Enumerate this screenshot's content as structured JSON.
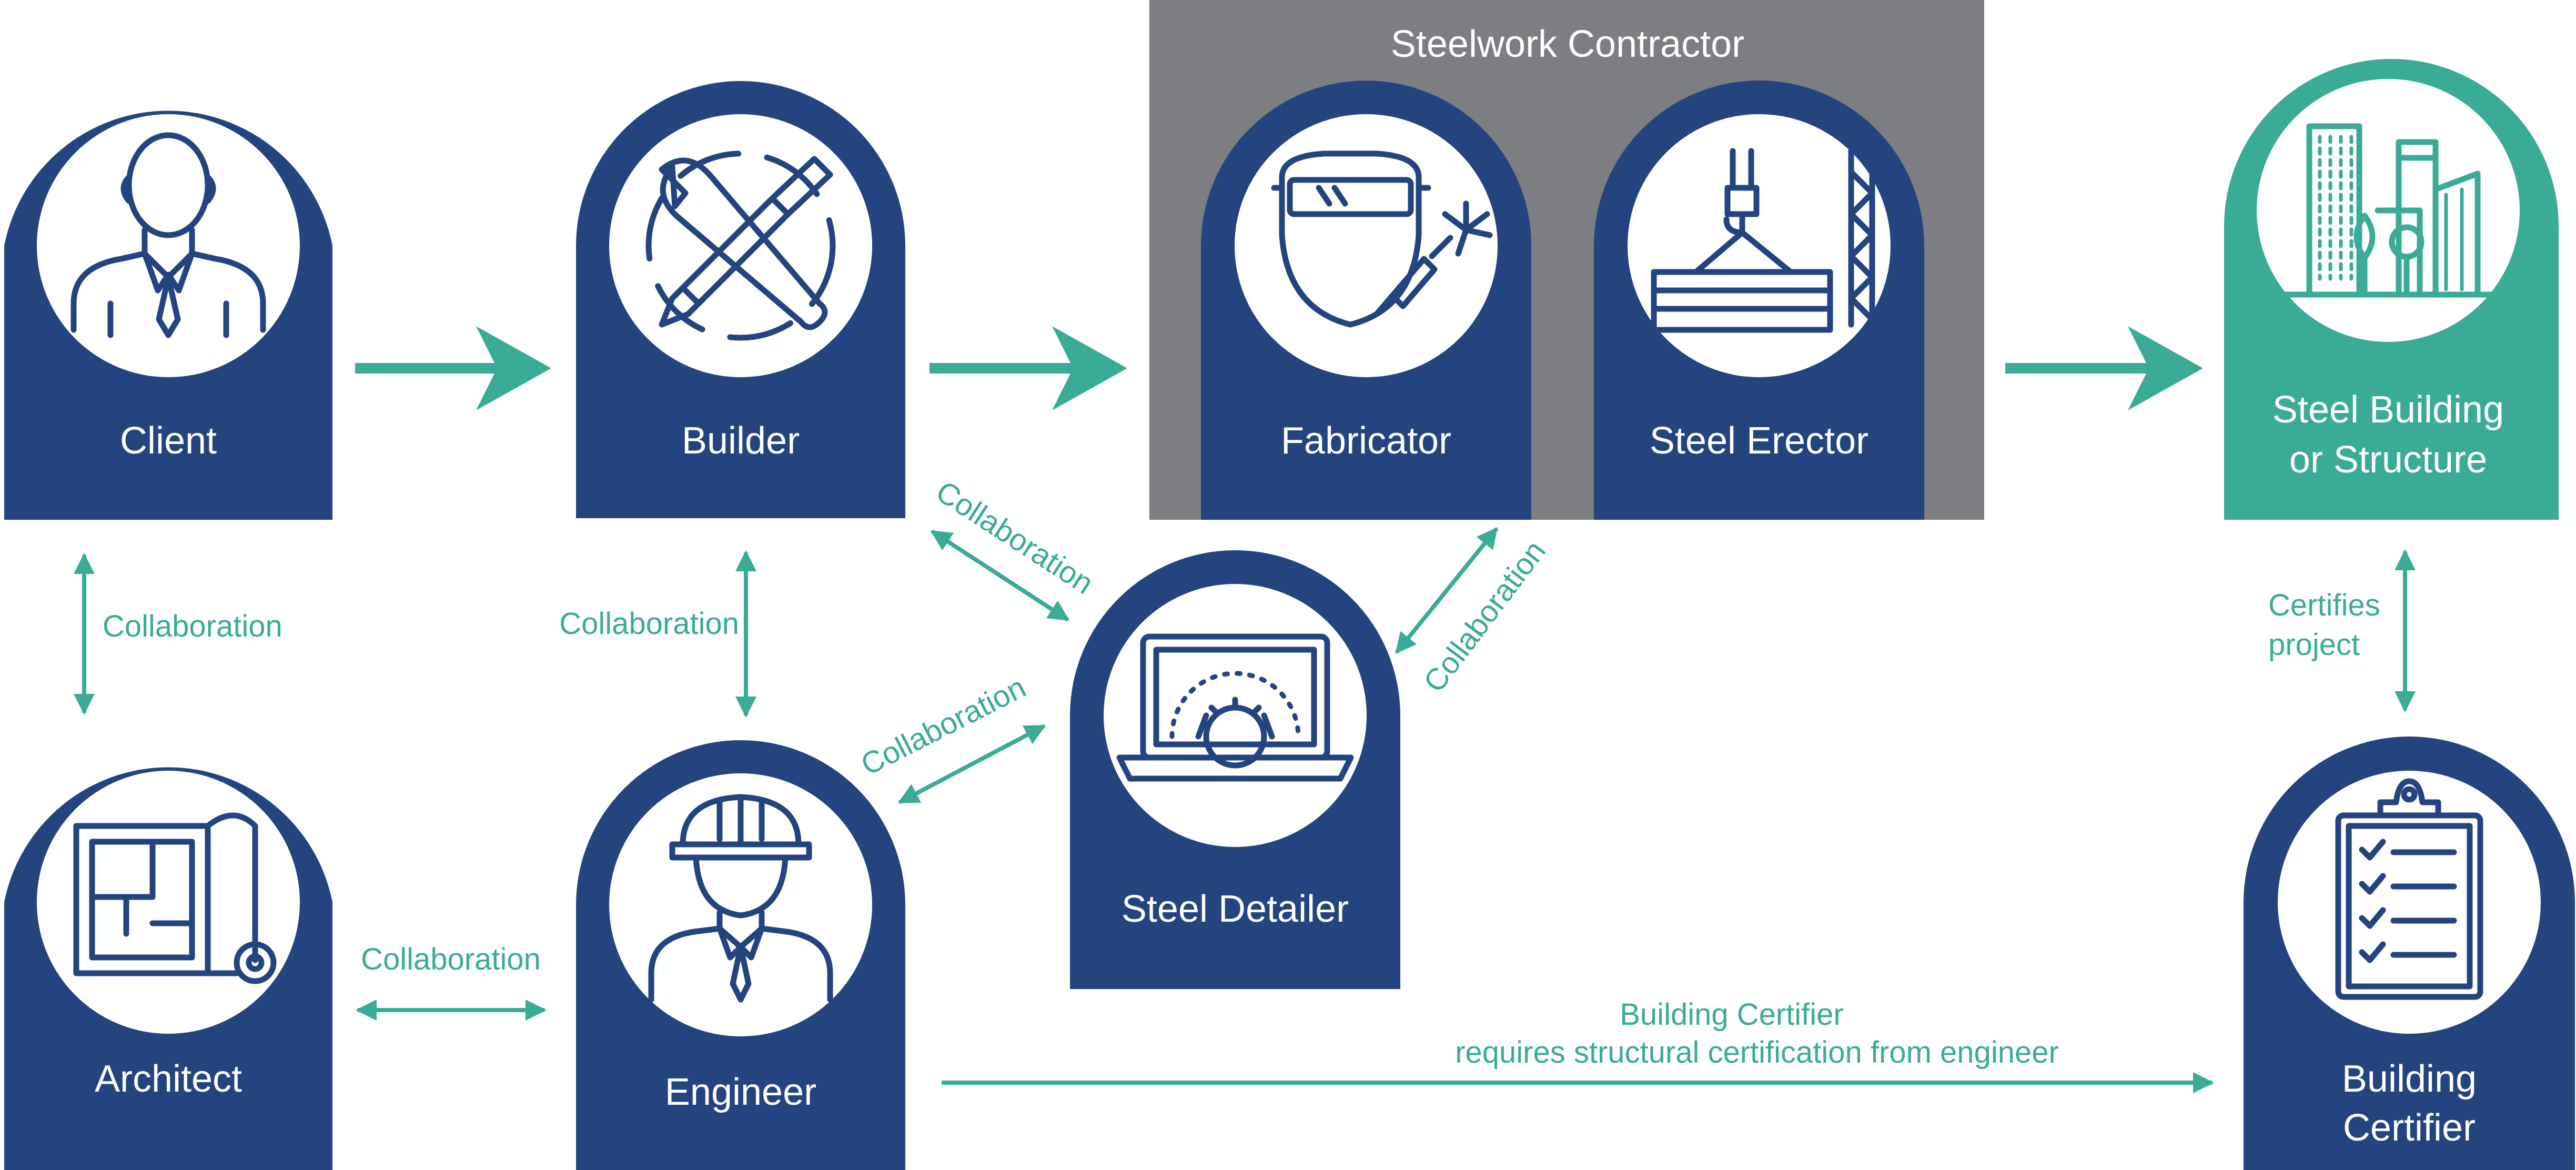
{
  "group": {
    "title": "Steelwork Contractor"
  },
  "nodes": {
    "client": {
      "label": "Client",
      "icon": "businessman-icon"
    },
    "builder": {
      "label": "Builder",
      "icon": "wrench-screwdriver-icon"
    },
    "fabricator": {
      "label": "Fabricator",
      "icon": "welding-mask-icon"
    },
    "erector": {
      "label": "Steel Erector",
      "icon": "crane-hook-icon"
    },
    "steel_building": {
      "label_line1": "Steel Building",
      "label_line2": "or Structure",
      "icon": "city-buildings-icon"
    },
    "architect": {
      "label": "Architect",
      "icon": "blueprint-icon"
    },
    "engineer": {
      "label": "Engineer",
      "icon": "engineer-hardhat-icon"
    },
    "detailer": {
      "label": "Steel Detailer",
      "icon": "laptop-gear-icon"
    },
    "certifier": {
      "label_line1": "Building",
      "label_line2": "Certifier",
      "icon": "clipboard-checklist-icon"
    }
  },
  "links": {
    "client_architect": "Collaboration",
    "builder_engineer": "Collaboration",
    "builder_detailer": "Collaboration",
    "engineer_detailer": "Collaboration",
    "fabricator_detailer": "Collaboration",
    "architect_engineer": "Collaboration",
    "certifies_line1": "Certifies",
    "certifies_line2": "project",
    "certifier_note_line1": "Building Certifier",
    "certifier_note_line2": "requires structural certification from engineer"
  },
  "colors": {
    "card": "#24447f",
    "accent": "#3aab97",
    "group": "#7d7e82"
  }
}
